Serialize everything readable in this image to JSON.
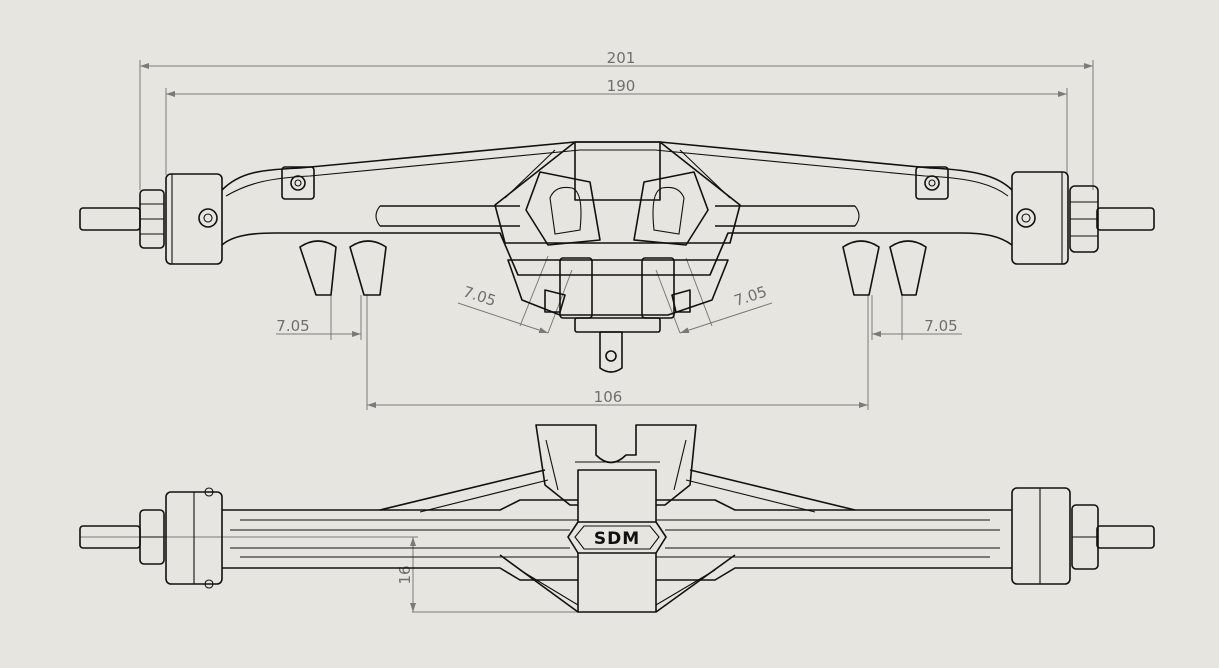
{
  "drawing": {
    "background": "#e6e5df",
    "line_color": "#111111",
    "dimension_color": "#7a7a7a",
    "logo_text": "SDM",
    "dimensions": {
      "overall_width": "201",
      "hub_width": "190",
      "link_mount_spacing": "106",
      "mount_width_left": "7.05",
      "mount_width_right": "7.05",
      "angled_left": "7.05",
      "angled_right": "7.05",
      "axle_offset": "16"
    }
  }
}
